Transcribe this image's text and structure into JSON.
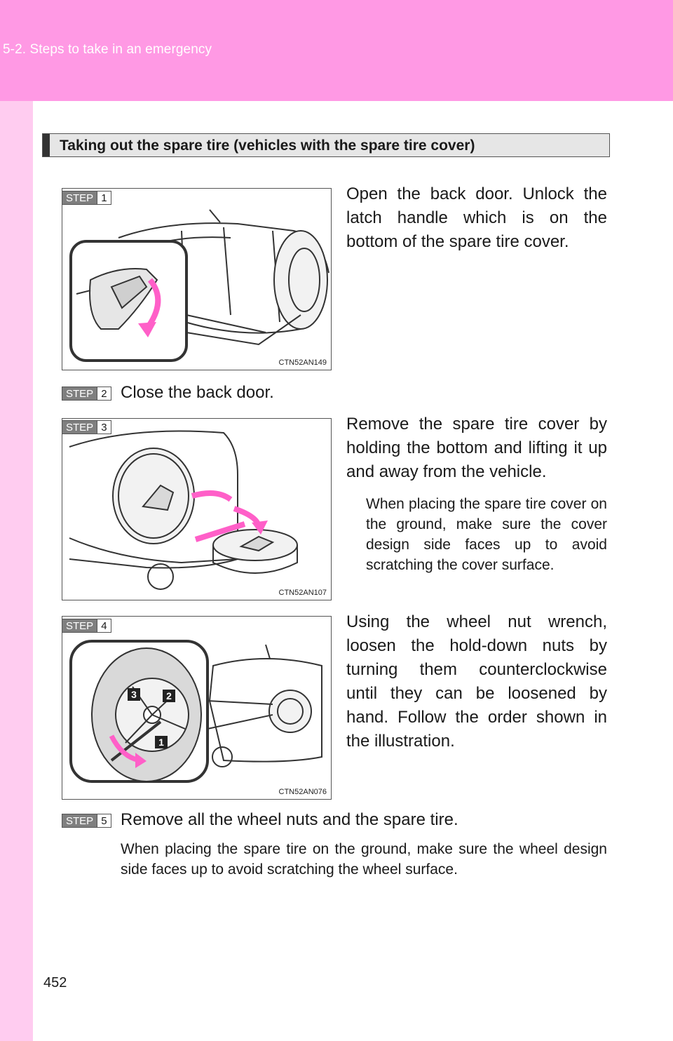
{
  "header": {
    "section_label": "5-2. Steps to take in an emergency"
  },
  "page_number": "452",
  "section_heading": "Taking out the spare tire (vehicles with the spare tire cover)",
  "step_word": "STEP",
  "steps": [
    {
      "number": "1",
      "text": "Open the back door. Unlock the latch handle which is on the bottom of the spare tire cover.",
      "figure_code": "CTN52AN149"
    },
    {
      "number": "2",
      "text": "Close the back door."
    },
    {
      "number": "3",
      "text": "Remove the spare tire cover by holding the bottom and lifting it up and away from the vehicle.",
      "note": "When placing the spare tire cover on the ground, make sure the cover design side faces up to avoid scratching the cover surface.",
      "figure_code": "CTN52AN107"
    },
    {
      "number": "4",
      "text": "Using the wheel nut wrench, loosen the hold-down nuts by turning them counterclockwise until they can be loosened by hand. Follow the order shown in the illustration.",
      "figure_code": "CTN52AN076",
      "callouts": [
        "3",
        "2",
        "1"
      ]
    },
    {
      "number": "5",
      "text": "Remove all the wheel nuts and the spare tire.",
      "note": "When placing the spare tire on the ground, make sure the wheel design side faces up to avoid scratching the wheel surface."
    }
  ],
  "colors": {
    "header_band": "#ff99e4",
    "side_band": "#ffccf0",
    "arrow": "#ff5fc8"
  }
}
